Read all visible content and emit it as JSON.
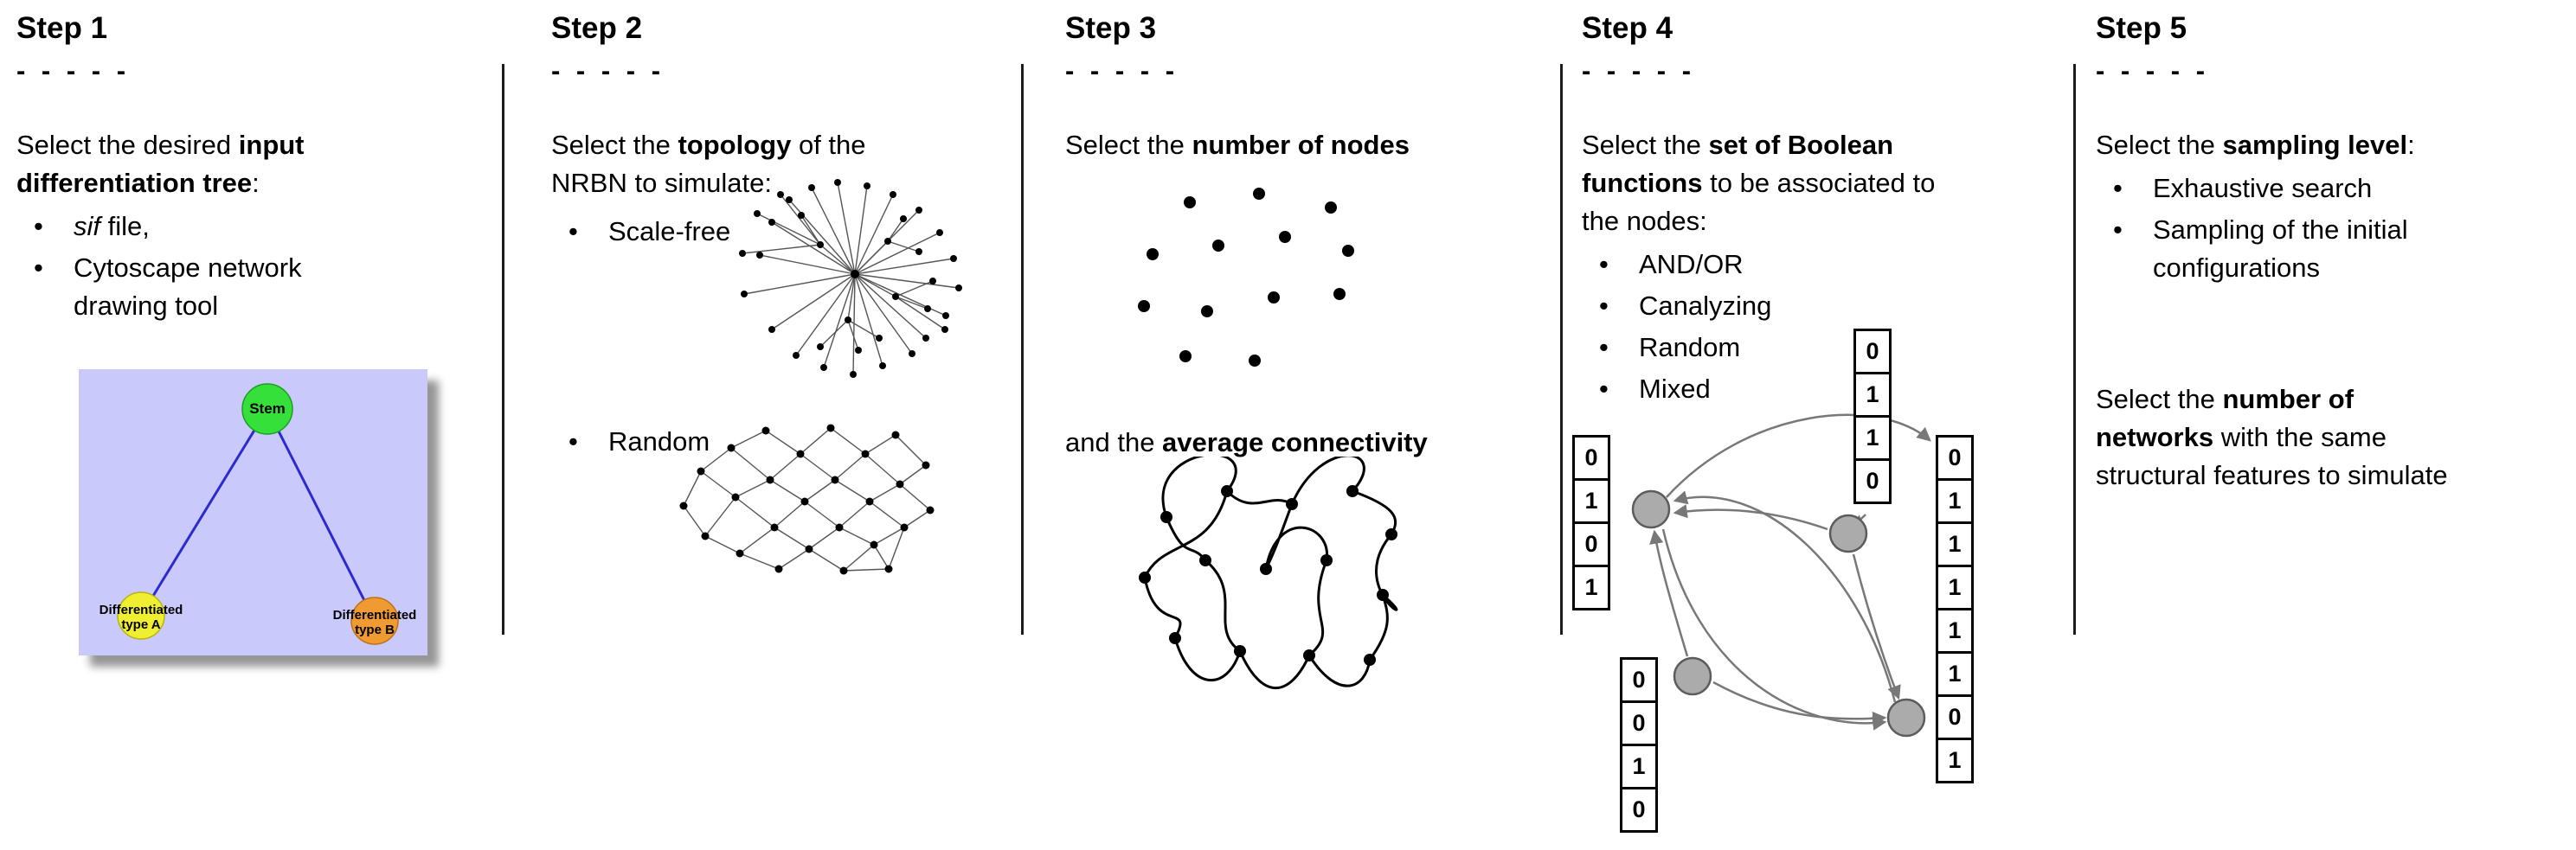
{
  "figure": {
    "description": "Five-step NRBN simulation workflow diagram"
  },
  "steps": {
    "step1": {
      "title": "Step 1",
      "dashes": "- - - - -",
      "intro": [
        {
          "t": "Select the desired "
        },
        {
          "t": "input",
          "b": true
        },
        {
          "br": true
        },
        {
          "t": "differentiation tree",
          "b": true
        },
        {
          "t": ":"
        }
      ],
      "bullets": [
        [
          {
            "t": "sif",
            "i": true
          },
          {
            "t": " file,"
          }
        ],
        [
          {
            "t": "Cytoscape network"
          },
          {
            "br": true
          },
          {
            "t": "drawing tool"
          }
        ]
      ],
      "tree": {
        "root_label": "Stem",
        "left_label": [
          {
            "t": "Differentiated"
          },
          {
            "br": true
          },
          {
            "t": "type A"
          }
        ],
        "right_label": [
          {
            "t": "Differentiated"
          },
          {
            "br": true
          },
          {
            "t": "type B"
          }
        ],
        "colors": {
          "background": "#c9c9fb",
          "root": "#35e03a",
          "left": "#f0ee30",
          "right": "#f09a32",
          "edge": "#2b2bd0"
        }
      }
    },
    "step2": {
      "title": "Step 2",
      "dashes": "- - - - -",
      "intro": [
        {
          "t": "Select the "
        },
        {
          "t": "topology",
          "b": true
        },
        {
          "t": " of the"
        },
        {
          "br": true
        },
        {
          "t": "NRBN to simulate:"
        }
      ],
      "bullets": [
        "Scale-free",
        "Random"
      ]
    },
    "step3": {
      "title": "Step 3",
      "dashes": "- - - - -",
      "intro_nodes": [
        {
          "t": "Select the "
        },
        {
          "t": "number of nodes",
          "b": true
        }
      ],
      "intro_connectivity": [
        {
          "t": "and the "
        },
        {
          "t": "average connectivity",
          "b": true
        }
      ]
    },
    "step4": {
      "title": "Step 4",
      "dashes": "- - - - -",
      "intro": [
        {
          "t": "Select the "
        },
        {
          "t": "set of Boolean",
          "b": true
        },
        {
          "br": true
        },
        {
          "t": "functions",
          "b": true
        },
        {
          "t": " to be associated to"
        },
        {
          "br": true
        },
        {
          "t": "the nodes:"
        }
      ],
      "bullets": [
        "AND/OR",
        "Canalyzing",
        "Random",
        "Mixed"
      ],
      "truth_tables": {
        "top": [
          "0",
          "1",
          "1",
          "0"
        ],
        "left": [
          "0",
          "1",
          "0",
          "1"
        ],
        "bottom_left": [
          "0",
          "0",
          "1",
          "0"
        ],
        "right": [
          "0",
          "1",
          "1",
          "1",
          "1",
          "1",
          "0",
          "1"
        ]
      }
    },
    "step5": {
      "title": "Step 5",
      "dashes": "- - - - -",
      "intro": [
        {
          "t": "Select the "
        },
        {
          "t": "sampling level",
          "b": true
        },
        {
          "t": ":"
        }
      ],
      "bullets": [
        "Exhaustive search",
        [
          {
            "t": "Sampling of the initial"
          },
          {
            "br": true
          },
          {
            "t": "configurations"
          }
        ]
      ],
      "outro": [
        {
          "t": "Select the "
        },
        {
          "t": "number of",
          "b": true
        },
        {
          "br": true
        },
        {
          "t": "networks",
          "b": true
        },
        {
          "t": " with the same"
        },
        {
          "br": true
        },
        {
          "t": "structural features to simulate"
        }
      ]
    }
  }
}
